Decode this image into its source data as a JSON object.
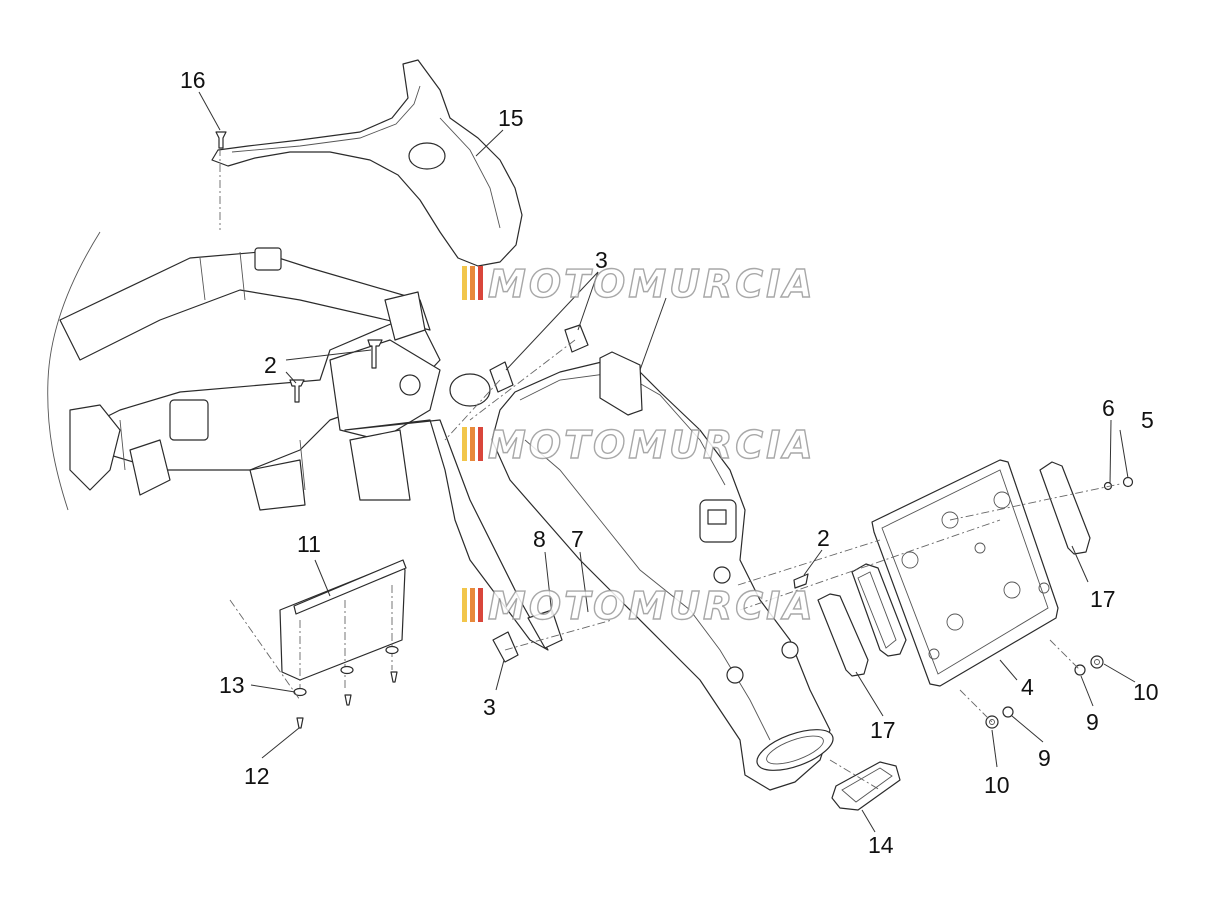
{
  "watermark": {
    "text": "MOTOMURCIA",
    "stripe_colors": [
      "#f2c64b",
      "#e8893a",
      "#d9463b"
    ]
  },
  "callouts": [
    "16",
    "15",
    "3",
    "2",
    "6",
    "5",
    "2",
    "11",
    "8",
    "7",
    "17",
    "3",
    "13",
    "4",
    "10",
    "17",
    "9",
    "12",
    "10",
    "9",
    "14"
  ]
}
